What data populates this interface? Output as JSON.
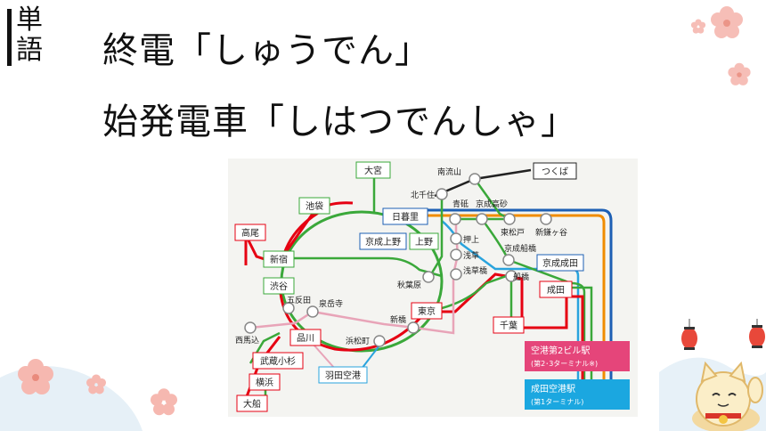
{
  "vocab_label": "単語",
  "vocab": [
    {
      "text": "終電「しゅうでん」"
    },
    {
      "text": "始発電車「しはつでんしゃ」"
    }
  ],
  "map": {
    "stations": {
      "omiya": "大宮",
      "minamiNagareyama": "南流山",
      "tsukuba": "つくば",
      "kitasenju": "北千住",
      "aoto": "青砥",
      "keiseiTakasago": "京成高砂",
      "ikebukuro": "池袋",
      "nippori": "日暮里",
      "higashiMatsudo": "東松戸",
      "shinKamagaya": "新鎌ヶ谷",
      "takao": "高尾",
      "keiseiUeno": "京成上野",
      "ueno": "上野",
      "oshiage": "押上",
      "asakusa": "浅草",
      "keiseiFunabashi": "京成船橋",
      "shinjuku": "新宿",
      "asakusabashi": "浅草橋",
      "funabashi": "船橋",
      "keiseiNarita": "京成成田",
      "shibuya": "渋谷",
      "akihabara": "秋葉原",
      "narita": "成田",
      "gotanda": "五反田",
      "sengakuji": "泉岳寺",
      "tokyo": "東京",
      "shimbashi": "新橋",
      "chiba": "千葉",
      "nishiMagome": "西馬込",
      "shinagawa": "品川",
      "hamamatsucho": "浜松町",
      "musashiKosugi": "武蔵小杉",
      "hanedaAirport": "羽田空港",
      "yokohama": "横浜",
      "ofuna": "大船"
    },
    "airport_t2": "空港第2ビル駅",
    "airport_t2_sub": "(第2･3ターミナル※)",
    "airport_t1": "成田空港駅",
    "airport_t1_sub": "(第1ターミナル)",
    "colors": {
      "jr": "#e60012",
      "green": "#3aa83a",
      "keisei": "#1d5fb4",
      "orange": "#f08c00",
      "sky": "#29a3dd",
      "pink": "#e8a4b8",
      "tsukubaLine": "#222222",
      "t2_badge": "#e5457a",
      "t1_badge": "#1ba7e0"
    }
  }
}
